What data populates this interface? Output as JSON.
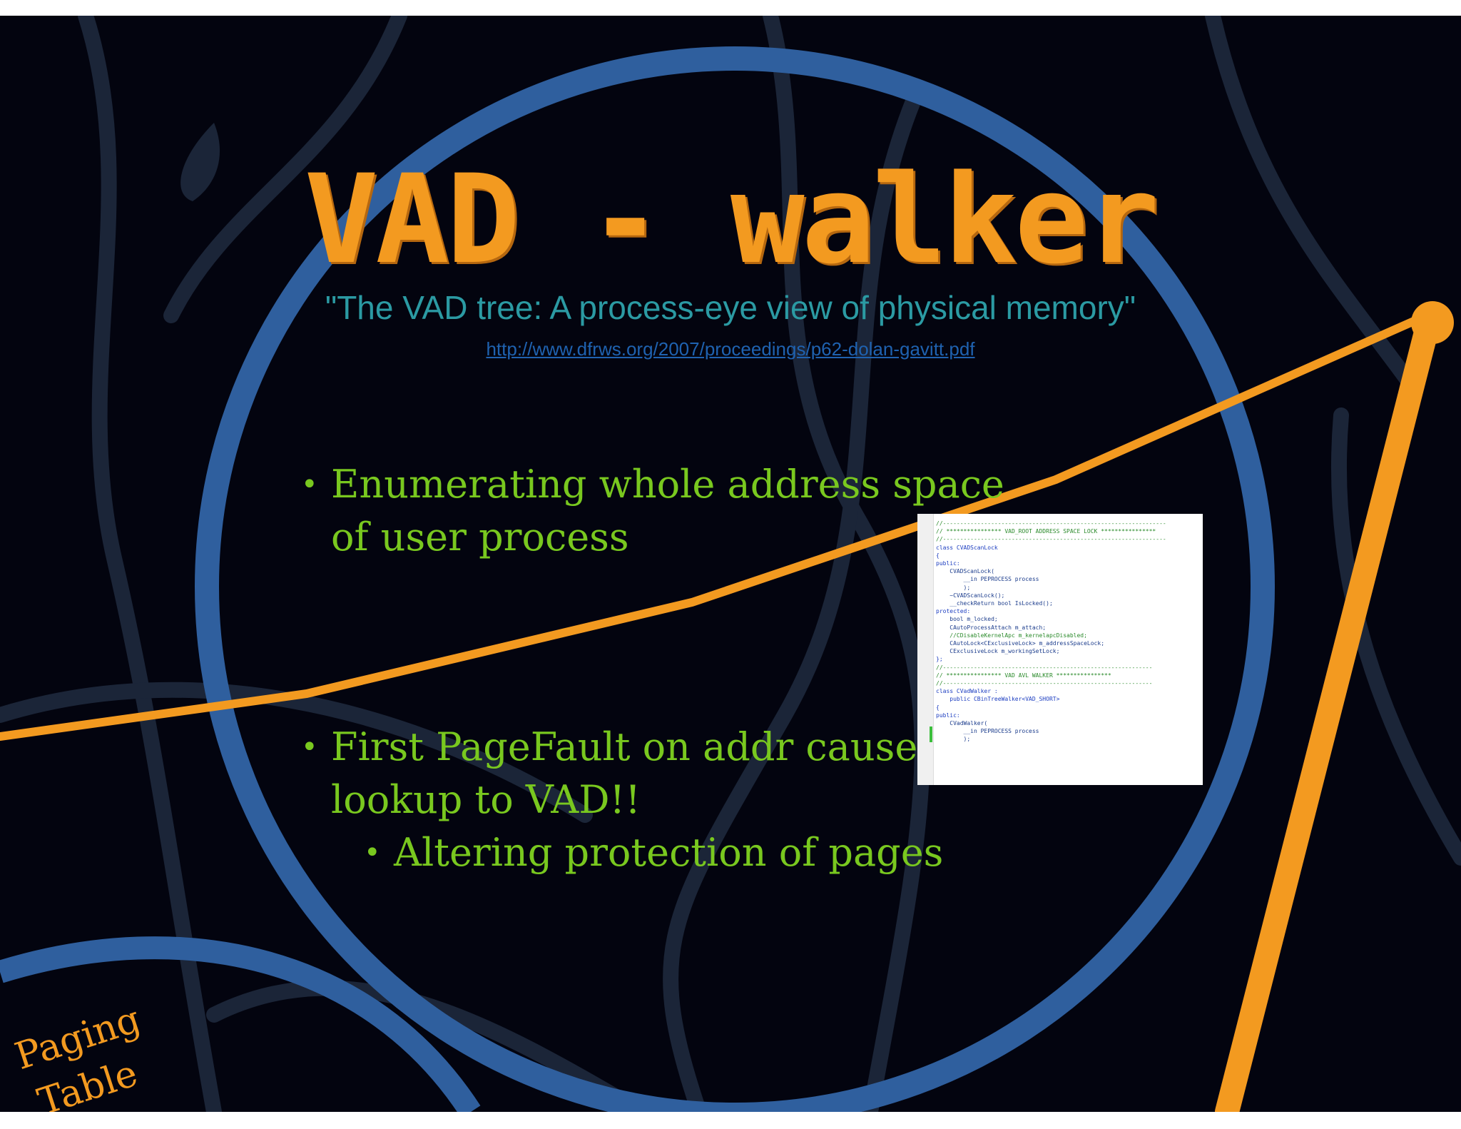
{
  "slide": {
    "title": "VAD - walker",
    "subtitle": "\"The VAD tree: A process-eye view of physical memory\"",
    "link": "http://www.dfrws.org/2007/proceedings/p62-dolan-gavitt.pdf",
    "bullets": [
      {
        "lines": [
          "Enumerating whole address space",
          "of user process"
        ]
      },
      {
        "lines": [
          "First PageFault on addr cause",
          "lookup to VAD!!"
        ]
      }
    ],
    "sub_bullet": "Altering protection of pages",
    "corner_label": [
      "Paging",
      "Table"
    ],
    "code_screenshot": {
      "lines": [
        "//-----------------------------------------------------------------",
        "// **************** VAD_ROOT ADDRESS SPACE LOCK ****************",
        "//-----------------------------------------------------------------",
        "",
        "class CVADScanLock",
        "{",
        "public:",
        "    CVADScanLock(",
        "        __in PEPROCESS process",
        "        );",
        "    ~CVADScanLock();",
        "    __checkReturn bool IsLocked();",
        "",
        "protected:",
        "    bool m_locked;",
        "",
        "    CAutoProcessAttach m_attach;",
        "    //CDisableKernelApc m_kernelapcDisabled;",
        "    CAutoLock<CExclusiveLock> m_addressSpaceLock;",
        "    CExclusiveLock m_workingSetLock;",
        "};",
        "",
        "//-------------------------------------------------------------",
        "// **************** VAD AVL WALKER ****************",
        "//-------------------------------------------------------------",
        "",
        "class CVadWalker :",
        "    public CBinTreeWalker<VAD_SHORT>",
        "{",
        "public:",
        "    CVadWalker(",
        "        __in PEPROCESS process",
        "        );"
      ]
    },
    "colors": {
      "background": "#03040f",
      "title": "#f39a20",
      "subtitle": "#2b9aa3",
      "link": "#1f62b0",
      "bullets": "#79c81f",
      "circle": "#2f5f9e",
      "orange_line": "#f39a20"
    }
  }
}
